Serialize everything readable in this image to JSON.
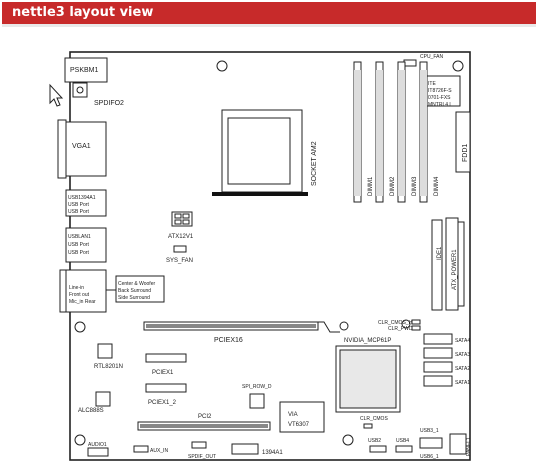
{
  "header": {
    "title": "nettle3 layout view"
  },
  "labels": {
    "pskbm": "PSKBM1",
    "spdif": "SPDIFO2",
    "vga": "VGA1",
    "usb1394_1": "USB1394A1",
    "usb1394_2": "USB Port",
    "usb1394_3": "USB Port",
    "usblan_1": "USBLAN1",
    "usblan_2": "USB Port",
    "usblan_3": "USB Port",
    "audio_1": "Line-in",
    "audio_2": "Front out",
    "audio_3": "Mic_in Rear",
    "audio_rear_1": "Center & Woofer",
    "audio_rear_2": "Back Surround",
    "audio_rear_3": "Side Surround",
    "cpu_fan": "CPU_FAN",
    "ite_1": "ITE",
    "ite_2": "IT8726F-S",
    "ite_3": "0701-FXS",
    "ite_4": "MNTRL4 L",
    "fdd": "FDD1",
    "socket": "SOCKET AM2",
    "dimm1": "DIMM1",
    "dimm2": "DIMM2",
    "dimm3": "DIMM3",
    "dimm4": "DIMM4",
    "atx12v": "ATX12V1",
    "sys_fan": "SYS_FAN",
    "ide": "IDE1",
    "atx_power": "ATX_POWER1",
    "clr_cmos_hp": "CLR_CMOS_HP",
    "clr_pwd": "CLR_PWD",
    "pciex16": "PCIEX16",
    "nvidia": "NVIDIA_MCP61P",
    "sata4": "SATA4",
    "sata3": "SATA3",
    "sata2": "SATA2",
    "sata1": "SATA1",
    "rtl": "RTL8201N",
    "pciex1": "PCIEX1",
    "pciex1_2": "PCIEX1_2",
    "spi": "SPI_ROW_D",
    "alc": "ALC888S",
    "pci2": "PCI2",
    "via_1": "VIA",
    "via_2": "VT6307",
    "clr_cmos": "CLR_CMOS",
    "usb3": "USB3_1",
    "usb2": "USB2",
    "usb4": "USB4",
    "panel": "PANEL1",
    "audio1": "AUDIO1",
    "aux_in": "AUX_IN",
    "spdif_out": "SPDIF_OUT",
    "ieee": "1394A1",
    "usb6": "USB6_1"
  },
  "colors": {
    "header_bg": "#c72a2a",
    "header_text": "#ffffff",
    "board_line": "#222222"
  }
}
